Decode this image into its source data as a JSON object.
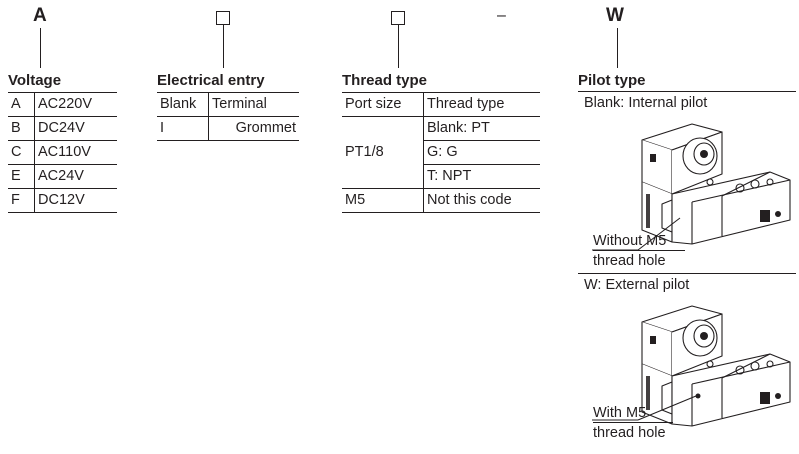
{
  "code_row": {
    "voltage_code": "A",
    "pilot_code": "W",
    "separator": "–"
  },
  "voltage": {
    "title": "Voltage",
    "rows": [
      {
        "code": "A",
        "value": "AC220V"
      },
      {
        "code": "B",
        "value": "DC24V"
      },
      {
        "code": "C",
        "value": "AC110V"
      },
      {
        "code": "E",
        "value": "AC24V"
      },
      {
        "code": "F",
        "value": "DC12V"
      }
    ]
  },
  "electrical_entry": {
    "title": "Electrical entry",
    "rows": [
      {
        "code": "Blank",
        "value": "Terminal"
      },
      {
        "code": "I",
        "value": "Grommet"
      }
    ]
  },
  "thread_type": {
    "title": "Thread type",
    "headers": [
      "Port size",
      "Thread type"
    ],
    "pt_port": "PT1/8",
    "pt_options": [
      "Blank: PT",
      "G: G",
      "T: NPT"
    ],
    "m5_port": "M5",
    "m5_value": "Not this code"
  },
  "pilot_type": {
    "title": "Pilot type",
    "internal": {
      "label": "Blank: Internal pilot",
      "callout": [
        "Without M5",
        "thread hole"
      ]
    },
    "external": {
      "label": "W: External pilot",
      "callout": [
        "With M5",
        "thread hole"
      ]
    }
  }
}
